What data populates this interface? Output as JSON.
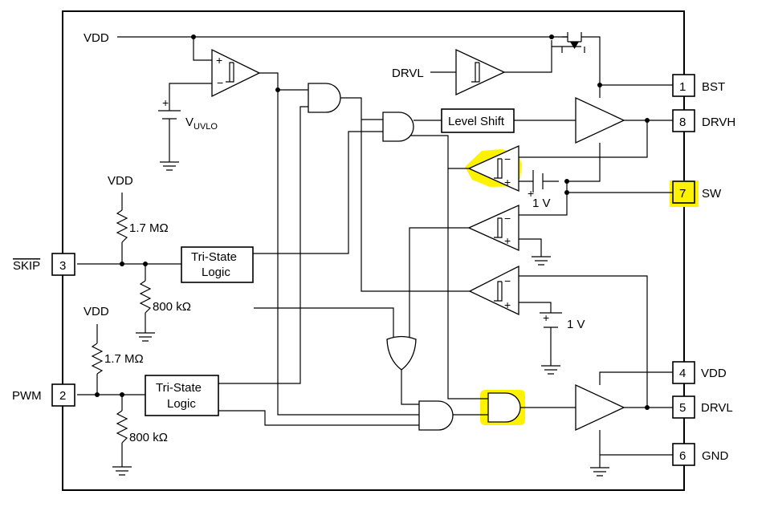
{
  "diagram": {
    "highlight_color": "#fff200",
    "pins": [
      {
        "number": "1",
        "name": "BST"
      },
      {
        "number": "8",
        "name": "DRVH"
      },
      {
        "number": "7",
        "name": "SW"
      },
      {
        "number": "3",
        "name": "SKIP"
      },
      {
        "number": "2",
        "name": "PWM"
      },
      {
        "number": "4",
        "name": "VDD"
      },
      {
        "number": "5",
        "name": "DRVL"
      },
      {
        "number": "6",
        "name": "GND"
      }
    ],
    "labels": {
      "vdd_top": "VDD",
      "vdd_skip": "VDD",
      "vdd_pwm": "VDD",
      "drvl_internal": "DRVL",
      "vuvlo_main": "V",
      "vuvlo_sub": "UVLO",
      "level_shift": "Level Shift",
      "tristate_1_line1": "Tri-State",
      "tristate_1_line2": "Logic",
      "tristate_2_line1": "Tri-State",
      "tristate_2_line2": "Logic",
      "res_skip_top": "1.7 MΩ",
      "res_skip_bottom": "800 kΩ",
      "res_pwm_top": "1.7 MΩ",
      "res_pwm_bottom": "800 kΩ",
      "v_ref_sw": "1 V",
      "v_ref_drvl": "1 V"
    }
  }
}
